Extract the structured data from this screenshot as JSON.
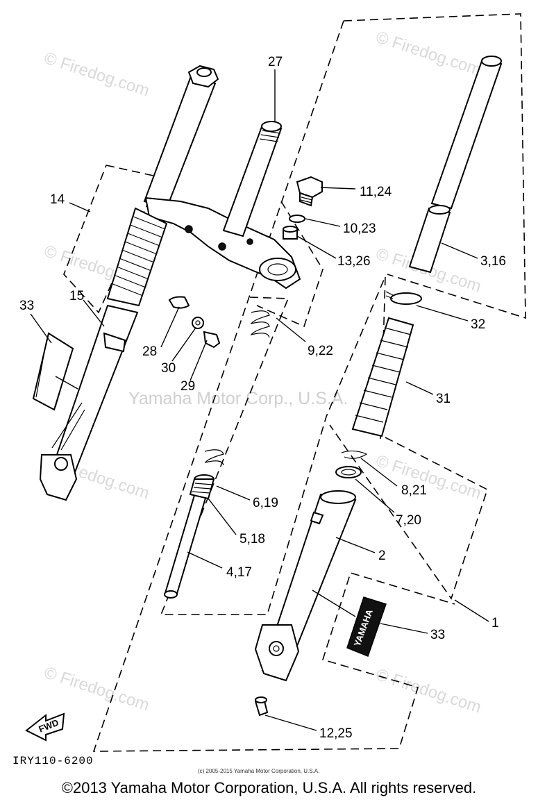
{
  "watermarks": {
    "site": "© Firedog.com",
    "center": "Yamaha Motor Corp., U.S.A."
  },
  "callouts": [
    {
      "id": "27",
      "text": "27"
    },
    {
      "id": "11-24",
      "text": "11,24"
    },
    {
      "id": "10-23",
      "text": "10,23"
    },
    {
      "id": "13-26",
      "text": "13,26"
    },
    {
      "id": "3-16",
      "text": "3,16"
    },
    {
      "id": "14",
      "text": "14"
    },
    {
      "id": "15",
      "text": "15"
    },
    {
      "id": "33a",
      "text": "33"
    },
    {
      "id": "28",
      "text": "28"
    },
    {
      "id": "30",
      "text": "30"
    },
    {
      "id": "29",
      "text": "29"
    },
    {
      "id": "9-22",
      "text": "9,22"
    },
    {
      "id": "32",
      "text": "32"
    },
    {
      "id": "31",
      "text": "31"
    },
    {
      "id": "8-21",
      "text": "8,21"
    },
    {
      "id": "7-20",
      "text": "7,20"
    },
    {
      "id": "6-19",
      "text": "6,19"
    },
    {
      "id": "5-18",
      "text": "5,18"
    },
    {
      "id": "2",
      "text": "2"
    },
    {
      "id": "4-17",
      "text": "4,17"
    },
    {
      "id": "1",
      "text": "1"
    },
    {
      "id": "33b",
      "text": "33"
    },
    {
      "id": "12-25",
      "text": "12,25"
    }
  ],
  "fwd_label": "FWD",
  "emblem_text": "YAMAHA",
  "diagram_ref": "IRY110-6200",
  "fine_print": "(c) 2005-2015 Yamaha Motor Corporation, U.S.A.",
  "copyright": "©2013 Yamaha Motor Corporation, U.S.A. All rights reserved."
}
